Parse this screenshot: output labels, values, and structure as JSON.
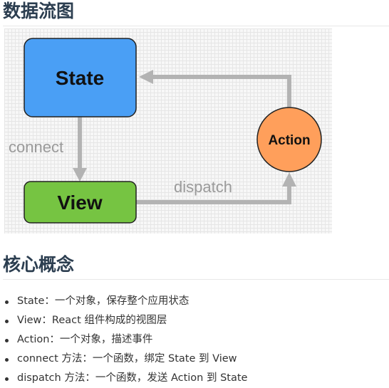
{
  "heading1": "数据流图",
  "heading2": "核心概念",
  "diagram": {
    "state_label": "State",
    "view_label": "View",
    "action_label": "Action",
    "connect_label": "connect",
    "dispatch_label": "dispatch",
    "colors": {
      "state": "#4a9ff5",
      "view": "#76c442",
      "action": "#ff9f5b",
      "arrow": "#b3b3b3"
    }
  },
  "concepts": [
    "State：一个对象，保存整个应用状态",
    "View：React 组件构成的视图层",
    "Action：一个对象，描述事件",
    "connect 方法：一个函数，绑定 State 到 View",
    "dispatch 方法：一个函数，发送 Action 到 State"
  ]
}
